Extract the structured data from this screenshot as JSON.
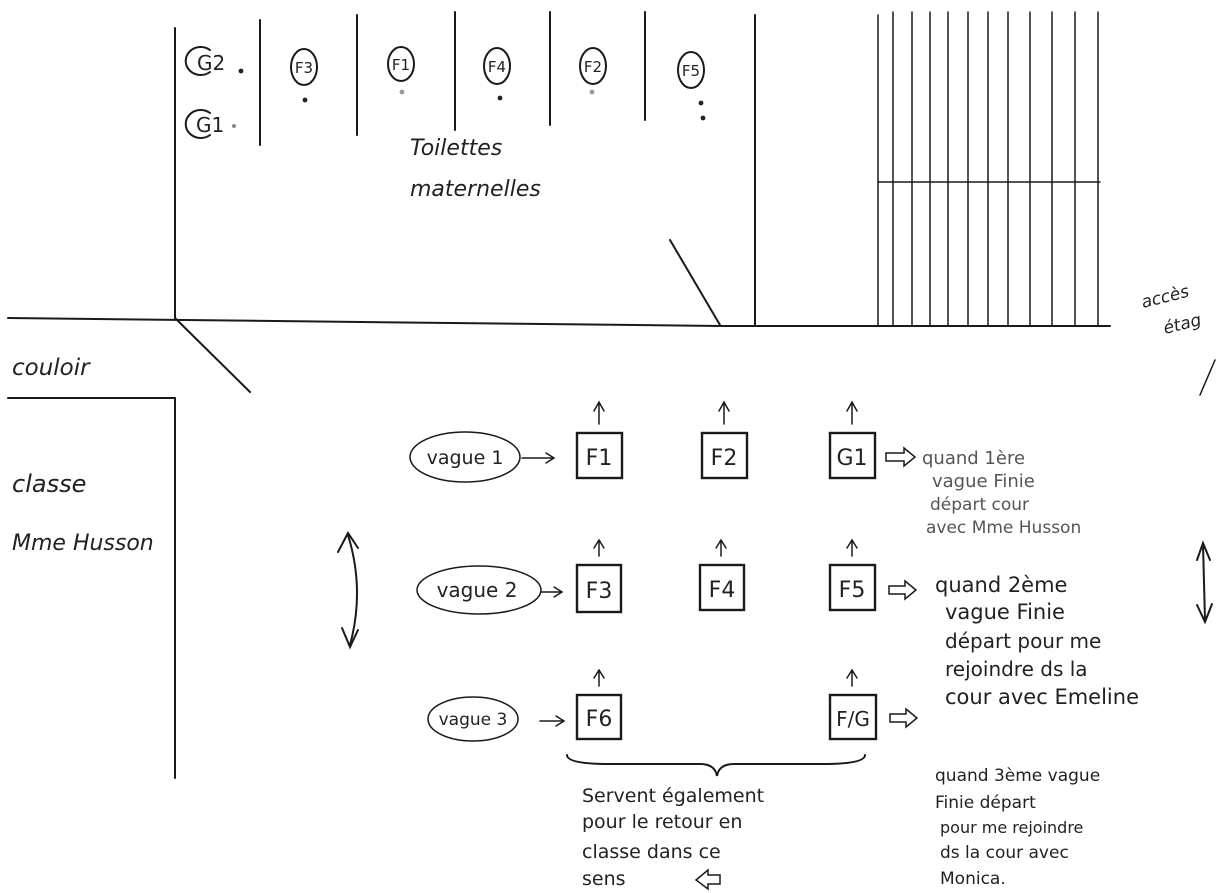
{
  "labels": {
    "toilettes_line1": "Toilettes",
    "toilettes_line2": "maternelles",
    "couloir": "couloir",
    "classe": "classe",
    "teacher": "Mme Husson",
    "acces_line1": "accès",
    "acces_line2": "étag"
  },
  "stalls": {
    "G2": "G2",
    "G1": "G1",
    "F3": "F3",
    "F1": "F1",
    "F4": "F4",
    "F2": "F2",
    "F5": "F5"
  },
  "waves": {
    "v1": "vague 1",
    "v2": "vague 2",
    "v3": "vague 3"
  },
  "boxes": {
    "b_f1": "F1",
    "b_f2": "F2",
    "b_g1": "G1",
    "b_f3": "F3",
    "b_f4": "F4",
    "b_f5": "F5",
    "b_f6": "F6",
    "b_fg": "F/G"
  },
  "notes": {
    "n1_l1": "quand 1ère",
    "n1_l2": "vague Finie",
    "n1_l3": "départ cour",
    "n1_l4": "avec Mme Husson",
    "n2_l1": "quand 2ème",
    "n2_l2": "vague Finie",
    "n2_l3": "départ pour me",
    "n2_l4": "rejoindre ds la",
    "n2_l5": "cour avec Emeline",
    "n3_l1": "quand 3ème vague",
    "n3_l2": "Finie départ",
    "n3_l3": "pour me rejoindre",
    "n3_l4": "ds la cour avec",
    "n3_l5": "Monica."
  },
  "retour": {
    "l1": "Servent également",
    "l2": "pour le retour en",
    "l3": "classe dans ce",
    "l4": "sens"
  }
}
